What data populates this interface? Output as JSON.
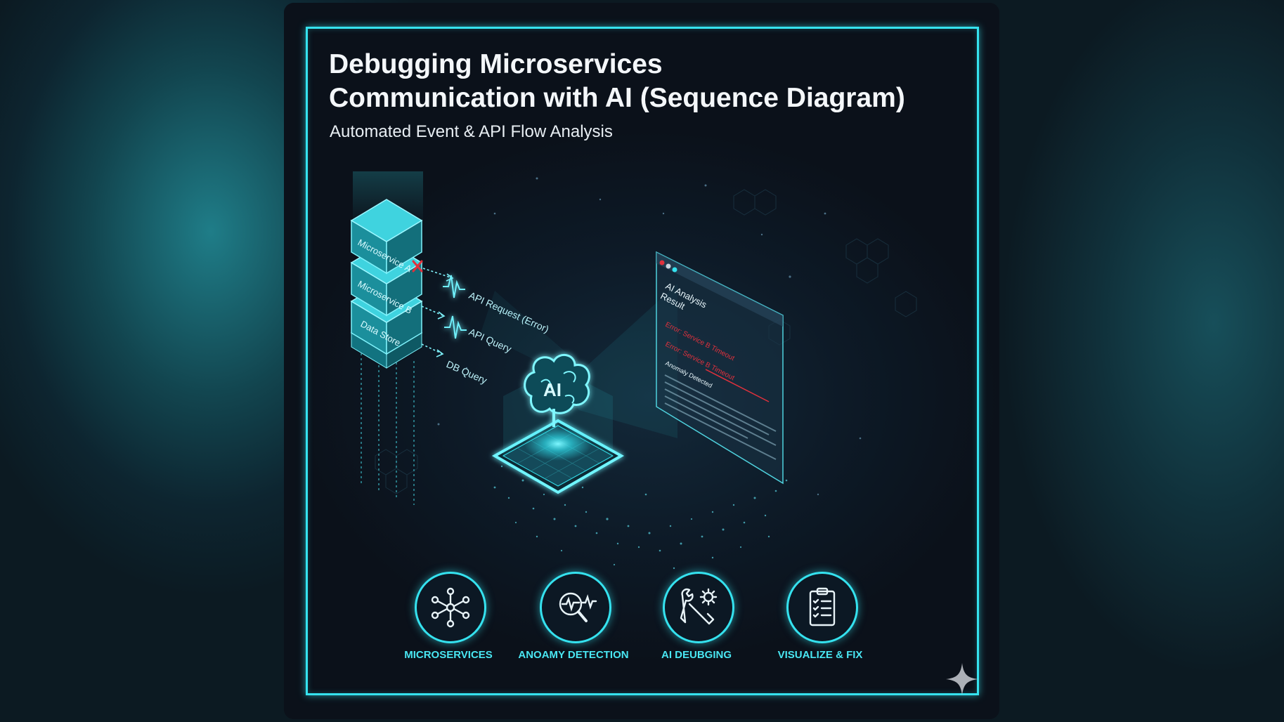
{
  "title": "Debugging Microservices\nCommunication with AI (Sequence Diagram)",
  "subtitle": "Automated Event & API Flow Analysis",
  "blocks": {
    "service_a": "Microservice A",
    "service_b": "Microservice B",
    "data_store": "Data Store"
  },
  "flows": {
    "api_request": "API Request (Error)",
    "api_query": "API Query",
    "db_query": "DB Query"
  },
  "ai_label": "AI",
  "panel": {
    "title": "AI Analysis\nResult",
    "error_1": "Error: Service B Timeout",
    "error_2": "Error: Service B Timeout",
    "anomaly": "Anomaly Detected"
  },
  "features": [
    {
      "label": "MICROSERVICES",
      "icon": "network-icon"
    },
    {
      "label": "ANOAMY DETECTION",
      "icon": "magnifier-pulse-icon"
    },
    {
      "label": "AI DEUBGING",
      "icon": "tools-gear-icon"
    },
    {
      "label": "VISUALIZE & FIX",
      "icon": "clipboard-checklist-icon"
    }
  ],
  "colors": {
    "accent": "#35e2ef",
    "error": "#e0313c",
    "background": "#0c111a"
  }
}
